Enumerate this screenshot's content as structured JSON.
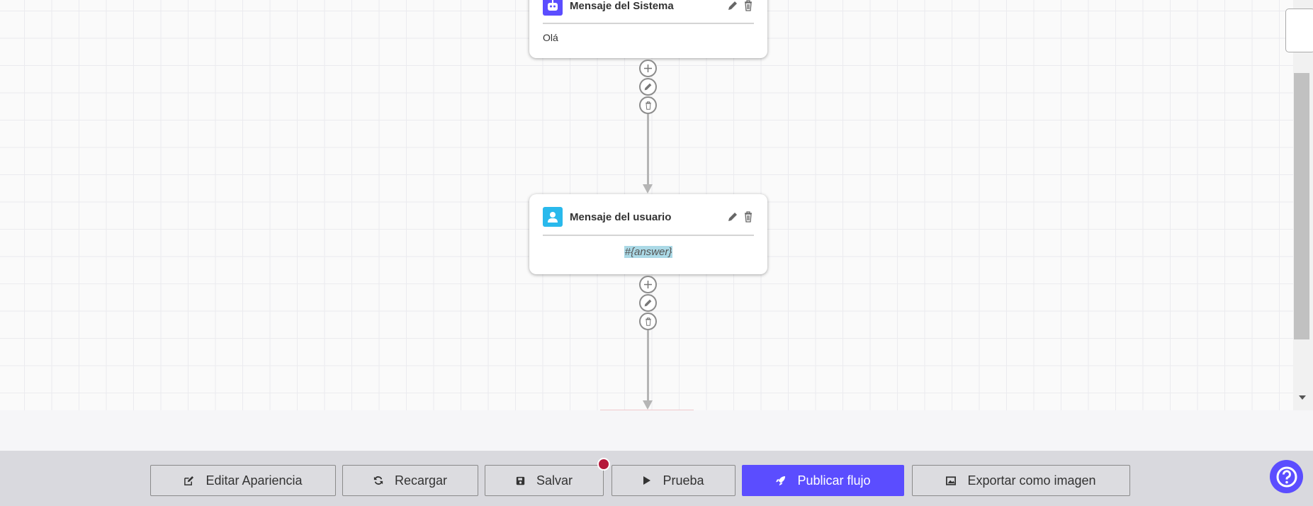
{
  "nodes": [
    {
      "type": "system",
      "title": "Mensaje del Sistema",
      "content": "Olá",
      "icon": "robot-icon",
      "icon_color": "#5b4dff"
    },
    {
      "type": "user",
      "title": "Mensaje del usuario",
      "content": "#{answer}",
      "icon": "user-icon",
      "icon_color": "#29b9ec"
    }
  ],
  "toolbar": {
    "edit_appearance": "Editar Apariencia",
    "reload": "Recargar",
    "save": "Salvar",
    "test": "Prueba",
    "publish": "Publicar flujo",
    "export": "Exportar como imagen",
    "unsaved_indicator_color": "#b5173a",
    "accent": "#5b4dff"
  }
}
